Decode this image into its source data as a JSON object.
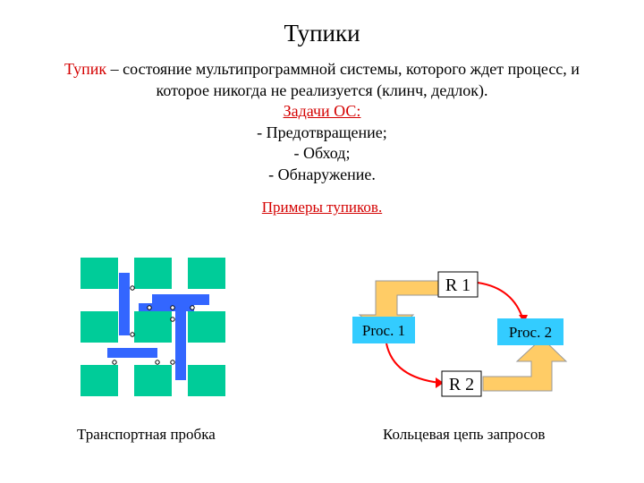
{
  "title": "Тупики",
  "definition": {
    "term": "Тупик",
    "rest_line1": " – состояние мультипрограммной системы, которого ждет процесс, и",
    "line2": "которое никогда не реализуется (клинч, дедлок)."
  },
  "tasks": {
    "heading": "Задачи ОС:",
    "items": [
      "- Предотвращение;",
      "- Обход;",
      "- Обнаружение."
    ]
  },
  "examples_heading": "Примеры тупиков.",
  "traffic_jam": {
    "caption": "Транспортная пробка"
  },
  "ring": {
    "caption": "Кольцевая цепь запросов",
    "resources": [
      "R 1",
      "R 2"
    ],
    "processes": [
      "Proc. 1",
      "Proc. 2"
    ]
  },
  "colors": {
    "block": "#00cc99",
    "car": "#3366ff",
    "process_box": "#33ccff",
    "arrow_fill": "#ffcc66",
    "ring_line": "#ff0000",
    "emphasis_text": "#d40000"
  }
}
